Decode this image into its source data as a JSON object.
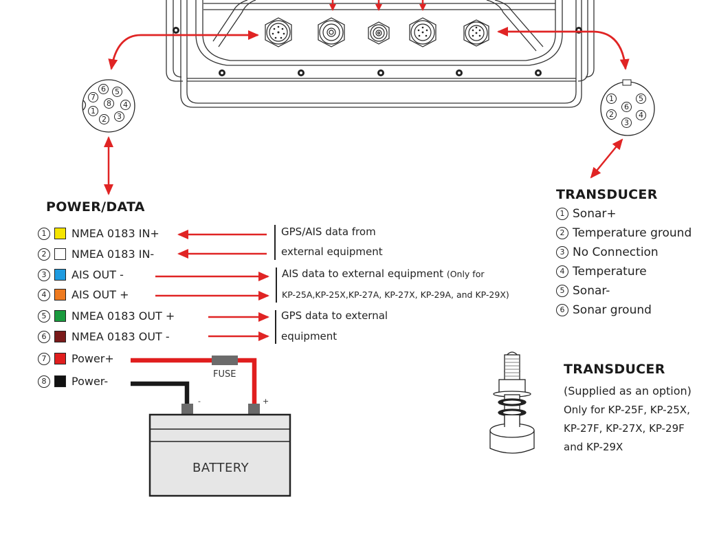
{
  "power_data": {
    "heading": "POWER/DATA",
    "pins": [
      {
        "num": "1",
        "label": "NMEA 0183 IN+",
        "color": "#f5e400"
      },
      {
        "num": "2",
        "label": "NMEA 0183 IN-",
        "color": "#ffffff"
      },
      {
        "num": "3",
        "label": "AIS OUT -",
        "color": "#1e9be0"
      },
      {
        "num": "4",
        "label": "AIS OUT +",
        "color": "#ee7a1f"
      },
      {
        "num": "5",
        "label": "NMEA 0183 OUT +",
        "color": "#1a9a3e"
      },
      {
        "num": "6",
        "label": "NMEA 0183 OUT -",
        "color": "#7a1a1a"
      },
      {
        "num": "7",
        "label": "Power+",
        "color": "#e01e1e"
      },
      {
        "num": "8",
        "label": "Power-",
        "color": "#111111"
      }
    ],
    "descriptions": [
      {
        "line1": "GPS/AIS data from",
        "line2": "external equipment"
      },
      {
        "line1": "AIS data to external equipment",
        "line1_suffix": "(Only for",
        "line2": "KP-25A,KP-25X,KP-27A, KP-27X, KP-29A, and KP-29X)"
      },
      {
        "line1": "GPS data to external",
        "line2": "equipment"
      }
    ],
    "fuse_label": "FUSE",
    "battery_label": "BATTERY",
    "battery_neg": "-",
    "battery_pos": "+",
    "connector_pins": [
      "1",
      "2",
      "3",
      "4",
      "5",
      "6",
      "7",
      "8"
    ]
  },
  "transducer_pinout": {
    "heading": "TRANSDUCER",
    "pins": [
      {
        "num": "1",
        "label": "Sonar+"
      },
      {
        "num": "2",
        "label": "Temperature ground"
      },
      {
        "num": "3",
        "label": "No Connection"
      },
      {
        "num": "4",
        "label": "Temperature"
      },
      {
        "num": "5",
        "label": "Sonar-"
      },
      {
        "num": "6",
        "label": "Sonar ground"
      }
    ],
    "connector_pins": [
      "1",
      "2",
      "3",
      "4",
      "5",
      "6"
    ]
  },
  "transducer_option": {
    "heading": "TRANSDUCER",
    "line1": "(Supplied as an option)",
    "line2": "Only for KP-25F, KP-25X,",
    "line3": "KP-27F, KP-27X, KP-29F",
    "line4": "and KP-29X"
  },
  "colors": {
    "arrow_red": "#e02424",
    "wire_red": "#e01e1e",
    "wire_black": "#1a1a1a",
    "fuse_gray": "#6b6b6b",
    "battery_fill": "#e6e6e6"
  }
}
